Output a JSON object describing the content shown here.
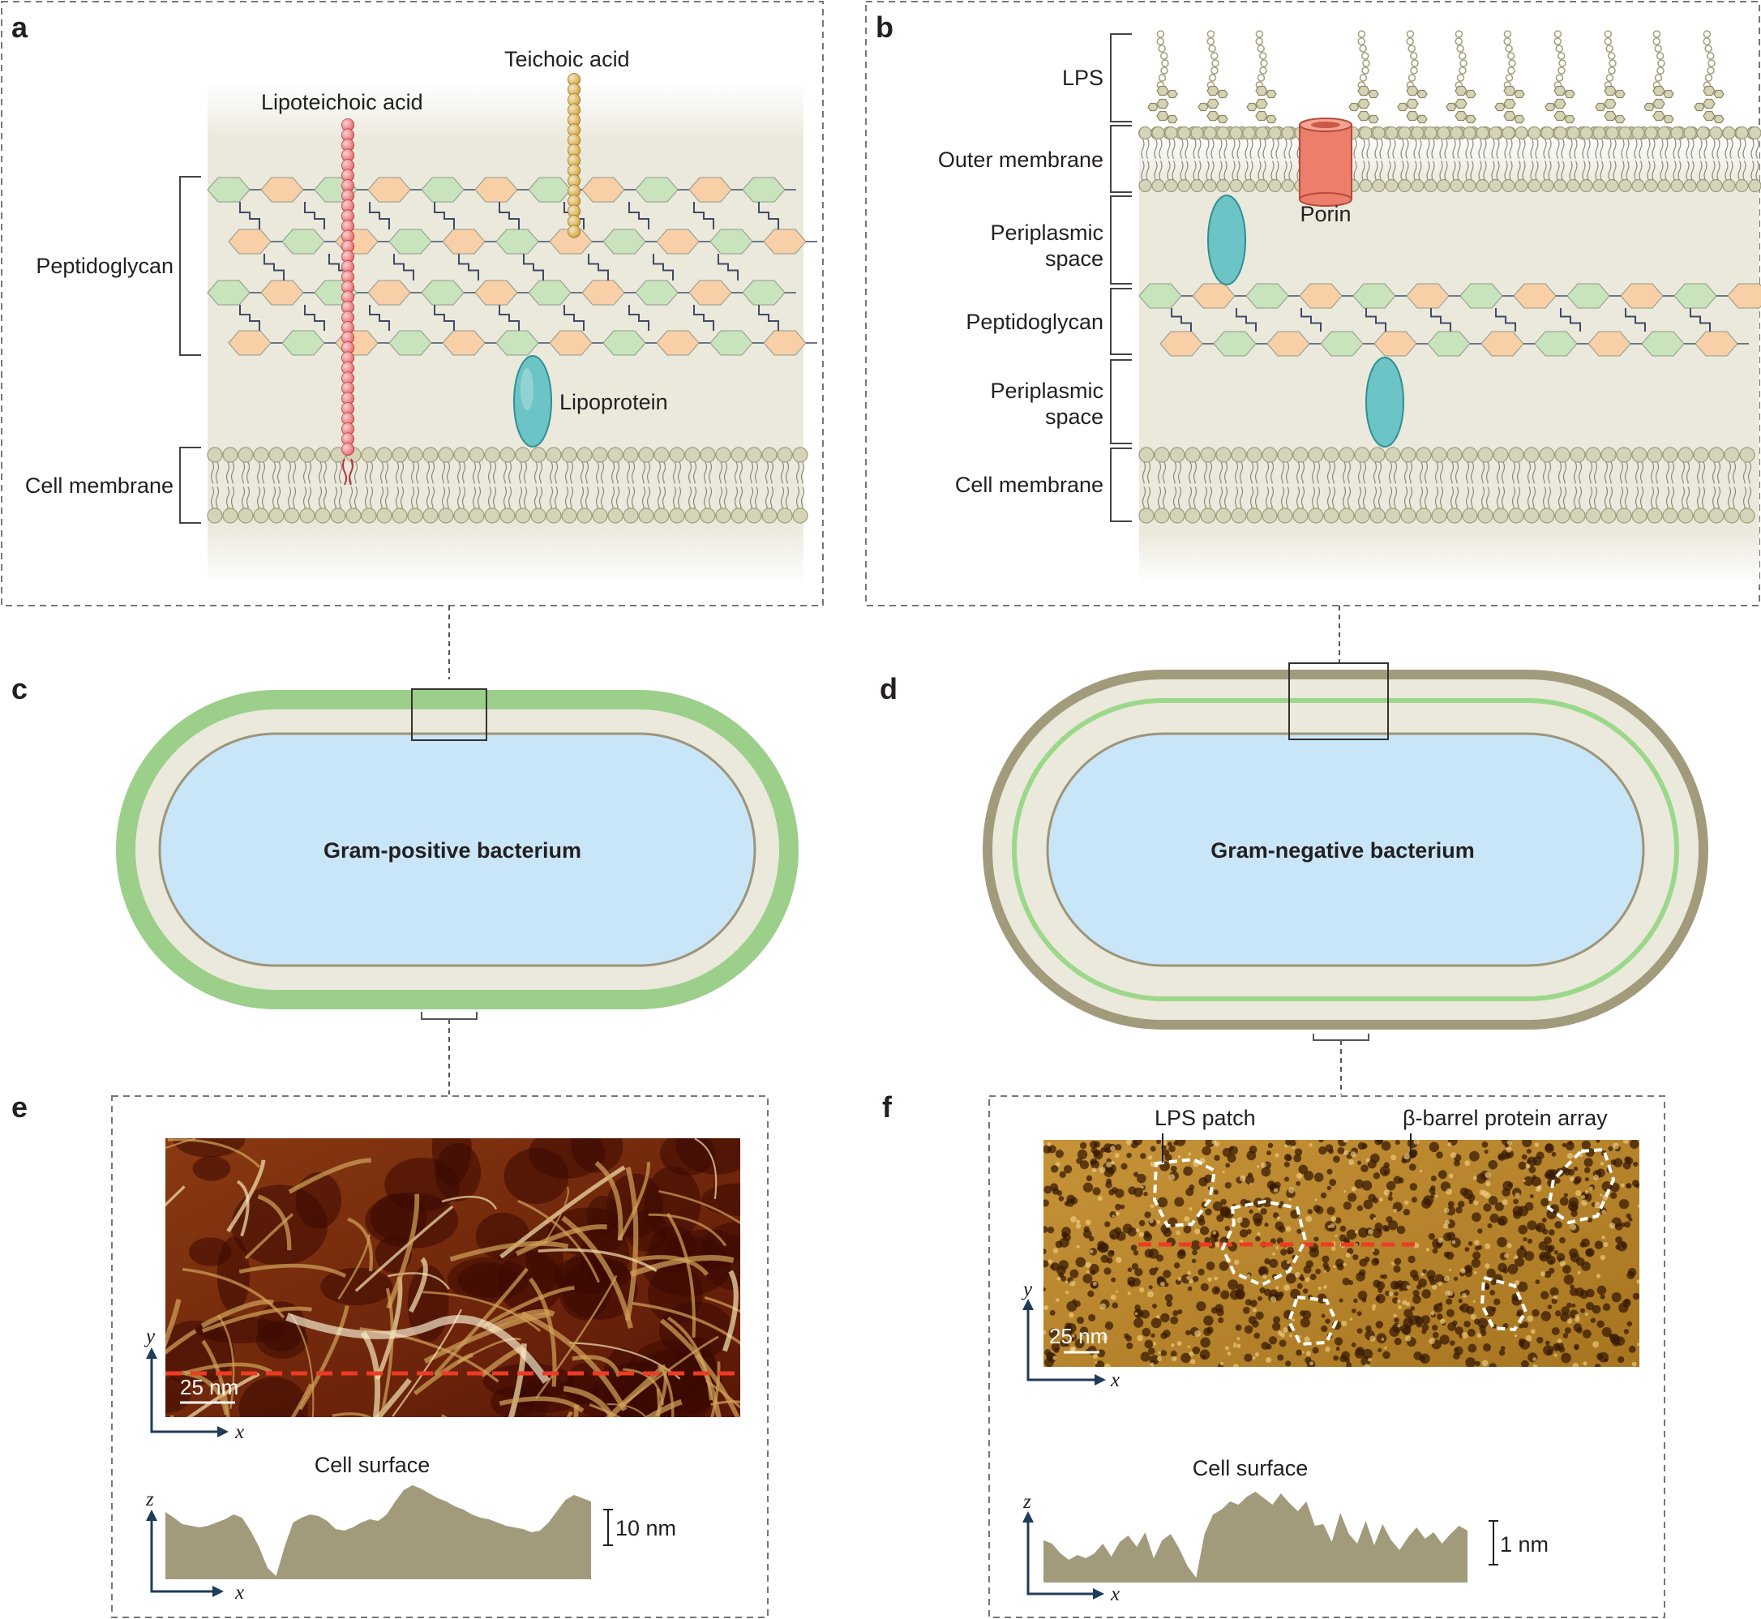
{
  "panels": {
    "a": "a",
    "b": "b",
    "c": "c",
    "d": "d",
    "e": "e",
    "f": "f"
  },
  "panel_a": {
    "lipoteichoic": "Lipoteichoic acid",
    "teichoic": "Teichoic acid",
    "peptidoglycan": "Peptidoglycan",
    "lipoprotein": "Lipoprotein",
    "cell_membrane": "Cell membrane"
  },
  "panel_b": {
    "lps": "LPS",
    "outer_membrane": "Outer membrane",
    "porin": "Porin",
    "periplasmic_1a": "Periplasmic",
    "periplasmic_1b": "space",
    "peptidoglycan": "Peptidoglycan",
    "periplasmic_2a": "Periplasmic",
    "periplasmic_2b": "space",
    "cell_membrane": "Cell membrane"
  },
  "panel_c": {
    "title": "Gram-positive bacterium"
  },
  "panel_d": {
    "title": "Gram-negative bacterium"
  },
  "panel_e": {
    "scale_bar": "25 nm",
    "axis_x": "x",
    "axis_y": "y",
    "axis_z": "z",
    "profile_title": "Cell surface",
    "height_scale": "10 nm"
  },
  "panel_f": {
    "lps_patch": "LPS patch",
    "beta_barrel": "β-barrel protein array",
    "scale_bar": "25 nm",
    "axis_x": "x",
    "axis_y": "y",
    "axis_z": "z",
    "profile_title": "Cell surface",
    "height_scale": "1 nm"
  },
  "colors": {
    "membrane_bg": "#ebe8dc",
    "hexagon_orange": "#f8cfa7",
    "hexagon_green": "#c9e3bd",
    "lipid_head": "#d6d4b8",
    "lipoteichoic": "#e8686c",
    "teichoic": "#d6a63a",
    "lipoprotein": "#6cc4c6",
    "porin": "#ee7e6c",
    "gram_pos_wall": "#9bcf8a",
    "gram_neg_wall": "#a19b7c",
    "cytoplasm": "#c9e6f8",
    "profile": "#a19b7c",
    "afm_brown": "#6e1c08",
    "afm_gold": "#c7902e"
  }
}
